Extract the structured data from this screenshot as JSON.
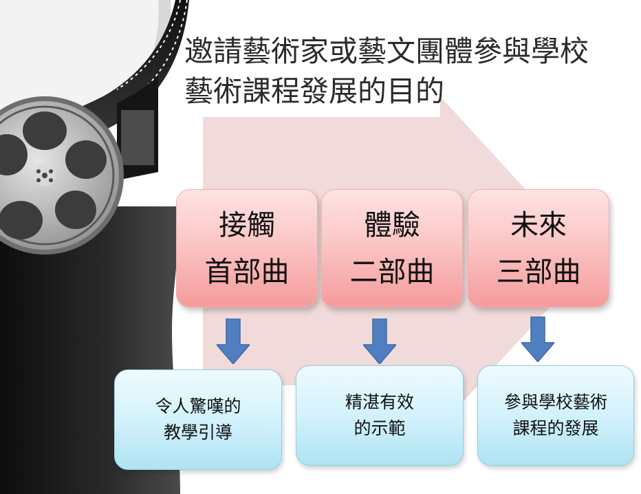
{
  "title": {
    "line1": "邀請藝術家或藝文團體參與學校",
    "line2": "藝術課程發展的目的"
  },
  "stages": [
    {
      "line1": "接觸",
      "line2": "首部曲"
    },
    {
      "line1": "體驗",
      "line2": "二部曲"
    },
    {
      "line1": "未來",
      "line2": "三部曲"
    }
  ],
  "results": [
    {
      "line1": "令人驚嘆的",
      "line2": "教學引導"
    },
    {
      "line1": "精湛有效",
      "line2": "的示範"
    },
    {
      "line1": "參與學校藝術",
      "line2": "課程的發展"
    }
  ],
  "colors": {
    "stage_fill": "#fbc6c6",
    "result_fill": "#d3f2fb",
    "arrow_fill": "#4f7fc0",
    "background_arrow": "#ebcdcd",
    "film_panel": "#1f1f1f"
  },
  "icons": [
    "film-reel-icon",
    "film-strip-icon",
    "down-arrow-icon"
  ]
}
